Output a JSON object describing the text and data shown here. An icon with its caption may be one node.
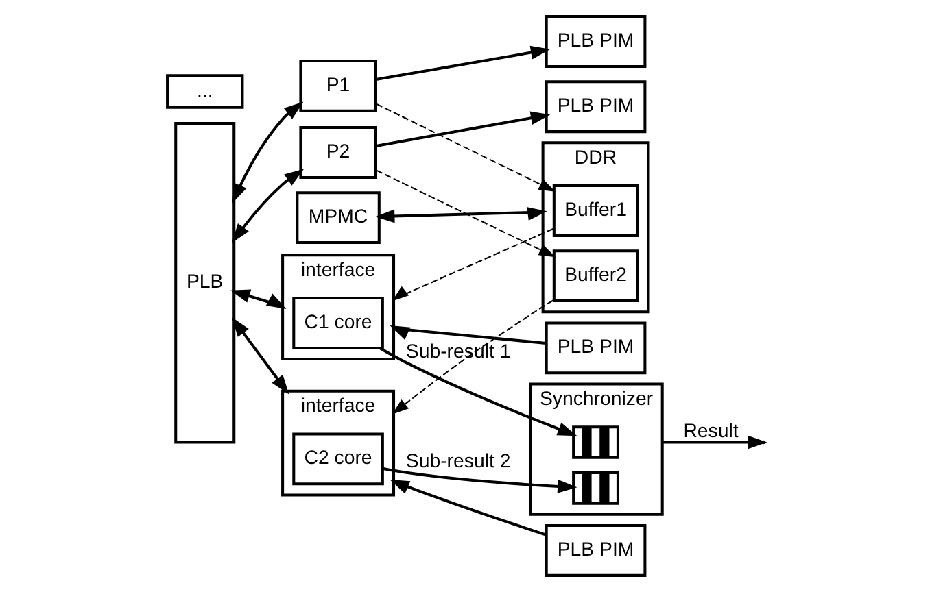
{
  "diagram": {
    "nodes": [
      {
        "text": [
          "PLB"
        ]
      },
      {
        "text": [
          "P1"
        ]
      },
      {
        "text": [
          "P2"
        ]
      },
      {
        "text": [
          "interface"
        ]
      },
      {
        "text": [
          "C1 core"
        ],
        "in": 3
      },
      {
        "text": [
          "interface"
        ]
      },
      {
        "text": [
          "C2 core"
        ],
        "in": 5
      },
      {
        "text": [
          "Synchronizer"
        ]
      },
      {
        "text": [],
        "shape": "box",
        "in": 7
      },
      {
        "text": [],
        "shape": "box",
        "in": 7
      },
      {
        "text": [
          "PLB PIM"
        ]
      },
      {
        "text": [
          "PLB PIM"
        ]
      },
      {
        "text": [
          "PLB PIM"
        ]
      },
      {
        "text": [
          "PLB PIM"
        ]
      },
      {
        "text": [
          "..."
        ]
      },
      {
        "text": [
          "MPMC"
        ]
      },
      {
        "text": [
          "DDR"
        ]
      },
      {
        "text": [
          "Buffer1"
        ],
        "in": 16
      },
      {
        "text": [
          "Buffer2"
        ],
        "in": 16
      }
    ],
    "edges": [
      {
        "from": 0,
        "to": 1,
        "arrow": "both"
      },
      {
        "from": 0,
        "to": 2,
        "arrow": "both"
      },
      {
        "from": 0,
        "to": 3,
        "arrow": "both"
      },
      {
        "from": 0,
        "to": 5,
        "arrow": "both"
      },
      {
        "from": 1,
        "to": 10,
        "arrow": "to"
      },
      {
        "from": 2,
        "to": 11,
        "arrow": "to"
      },
      {
        "from": 12,
        "to": 3,
        "arrow": "to"
      },
      {
        "from": 13,
        "to": 5,
        "arrow": "to"
      },
      {
        "from": 15,
        "to": 16,
        "arrow": "both"
      },
      {
        "from": 1,
        "to": 17,
        "arrow": "to",
        "style": "dashed"
      },
      {
        "from": 2,
        "to": 18,
        "arrow": "to",
        "style": "dashed"
      },
      {
        "from": 17,
        "to": 3,
        "arrow": "to",
        "style": "dashed"
      },
      {
        "from": 18,
        "to": 5,
        "arrow": "to",
        "style": "dashed"
      },
      {
        "from": 4,
        "to": 8,
        "arrow": "to",
        "label": "Sub-result 1"
      },
      {
        "from": 6,
        "to": 9,
        "arrow": "to",
        "label": "Sub-result 2"
      },
      {
        "from": 7,
        "to": null,
        "arrow": "to",
        "label": "Result"
      }
    ]
  }
}
